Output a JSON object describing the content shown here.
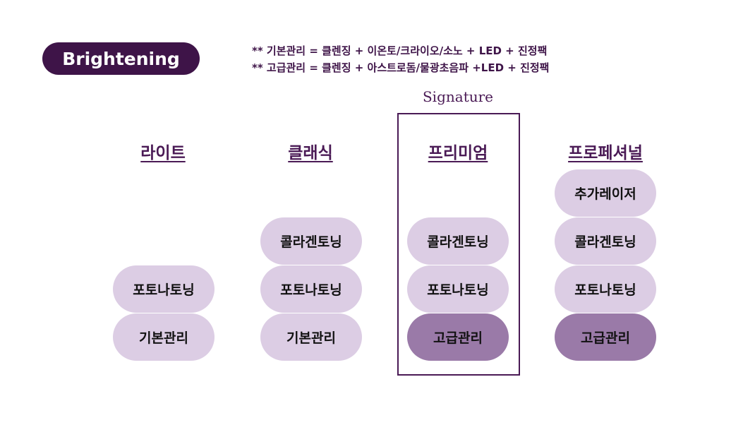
{
  "title": "Brightening",
  "notes": [
    "** 기본관리 = 클렌징 + 이온토/크라이오/소노 + LED + 진정팩",
    "** 고급관리 = 클렌징 + 아스트로돔/물광초음파 +LED + 진정팩"
  ],
  "signature_label": "Signature",
  "columns": [
    {
      "title": "라이트",
      "items": [
        "포토나토닝",
        "기본관리"
      ]
    },
    {
      "title": "클래식",
      "items": [
        "콜라겐토닝",
        "포토나토닝",
        "기본관리"
      ]
    },
    {
      "title": "프리미엄",
      "items": [
        "콜라겐토닝",
        "포토나토닝",
        "고급관리"
      ]
    },
    {
      "title": "프로페셔널",
      "items": [
        "추가레이저",
        "콜라겐토닝",
        "포토나토닝",
        "고급관리"
      ]
    }
  ],
  "colors": {
    "brand": "#3e1448",
    "pill_light": "#dccde4",
    "pill_dark": "#9a7aa8"
  }
}
